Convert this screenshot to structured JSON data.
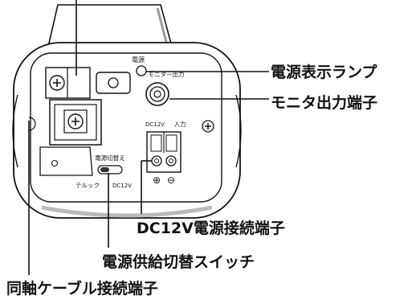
{
  "callouts": {
    "power_lamp": "電源表示ランプ",
    "monitor_out": "モニタ出力端子",
    "dc12v_terminal": "DC12V電源接続端子",
    "supply_switch": "電源供給切替スイッチ",
    "coax_terminal": "同軸ケーブル接続端子"
  },
  "panel_labels": {
    "power": "電源",
    "monitor_output": "モニター出力",
    "dc12v": "DC12V",
    "input": "入力",
    "power_switch": "電源切替え",
    "telluck": "テルック",
    "dc12v_switch": "DC12V",
    "plus": "⊕",
    "minus": "⊖"
  },
  "colors": {
    "ink": "#111111",
    "body_fill": "#ffffff",
    "shade": "#cfcfcf",
    "dark": "#333333"
  }
}
